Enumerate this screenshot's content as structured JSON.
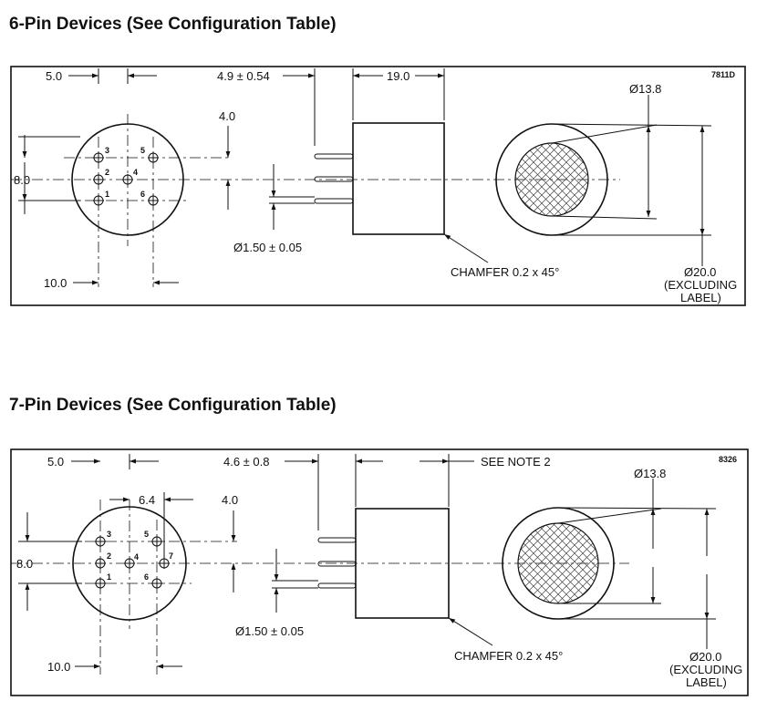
{
  "section_6pin": {
    "title": "6-Pin Devices (See Configuration Table)",
    "drawing_code": "7811D",
    "dim_left_top": "5.0",
    "dim_offset": "4.9 ± 0.54",
    "dim_length": "19.0",
    "dim_pin_spacing": "4.0",
    "dim_height": "8.0",
    "dim_width": "10.0",
    "dim_pin_diameter": "Ø1.50 ± 0.05",
    "chamfer": "CHAMFER 0.2 x 45°",
    "dim_inner_diameter": "Ø13.8",
    "dim_outer_diameter": "Ø20.0",
    "dim_outer_note_1": "(EXCLUDING",
    "dim_outer_note_2": "LABEL)",
    "pins": [
      "1",
      "2",
      "3",
      "4",
      "5",
      "6"
    ]
  },
  "section_7pin": {
    "title": "7-Pin Devices (See Configuration Table)",
    "drawing_code": "8326",
    "dim_left_top": "5.0",
    "dim_pitch": "6.4",
    "dim_offset": "4.6 ± 0.8",
    "dim_length": "SEE NOTE 2",
    "dim_pin_spacing": "4.0",
    "dim_height": "8.0",
    "dim_width": "10.0",
    "dim_pin_diameter": "Ø1.50 ± 0.05",
    "chamfer": "CHAMFER 0.2 x 45°",
    "dim_inner_diameter": "Ø13.8",
    "dim_outer_diameter": "Ø20.0",
    "dim_outer_note_1": "(EXCLUDING",
    "dim_outer_note_2": "LABEL)",
    "pins": [
      "1",
      "2",
      "3",
      "4",
      "5",
      "6",
      "7"
    ]
  }
}
